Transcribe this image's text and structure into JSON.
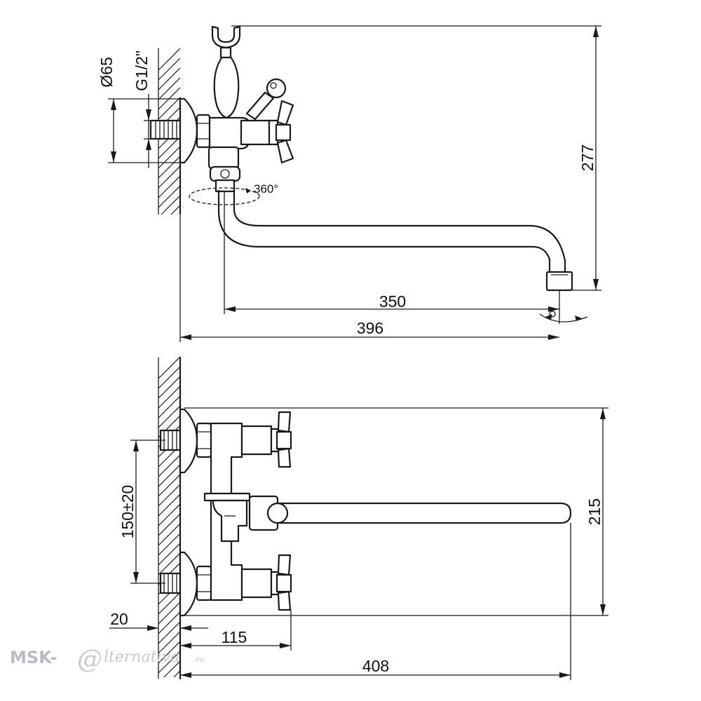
{
  "top_view": {
    "dimensions": {
      "diameter": "Ø65",
      "thread": "G1/2\"",
      "rotation": "360°",
      "spout_reach": "350",
      "overall_length": "396",
      "height": "277"
    }
  },
  "bottom_view": {
    "dimensions": {
      "center_distance": "150±20",
      "wall_offset": "20",
      "body_depth": "115",
      "overall_length": "408",
      "height": "215"
    }
  },
  "watermark": {
    "prefix": "MSK-",
    "at_symbol": "@",
    "script": "lternativa",
    "suffix": ".ru"
  }
}
